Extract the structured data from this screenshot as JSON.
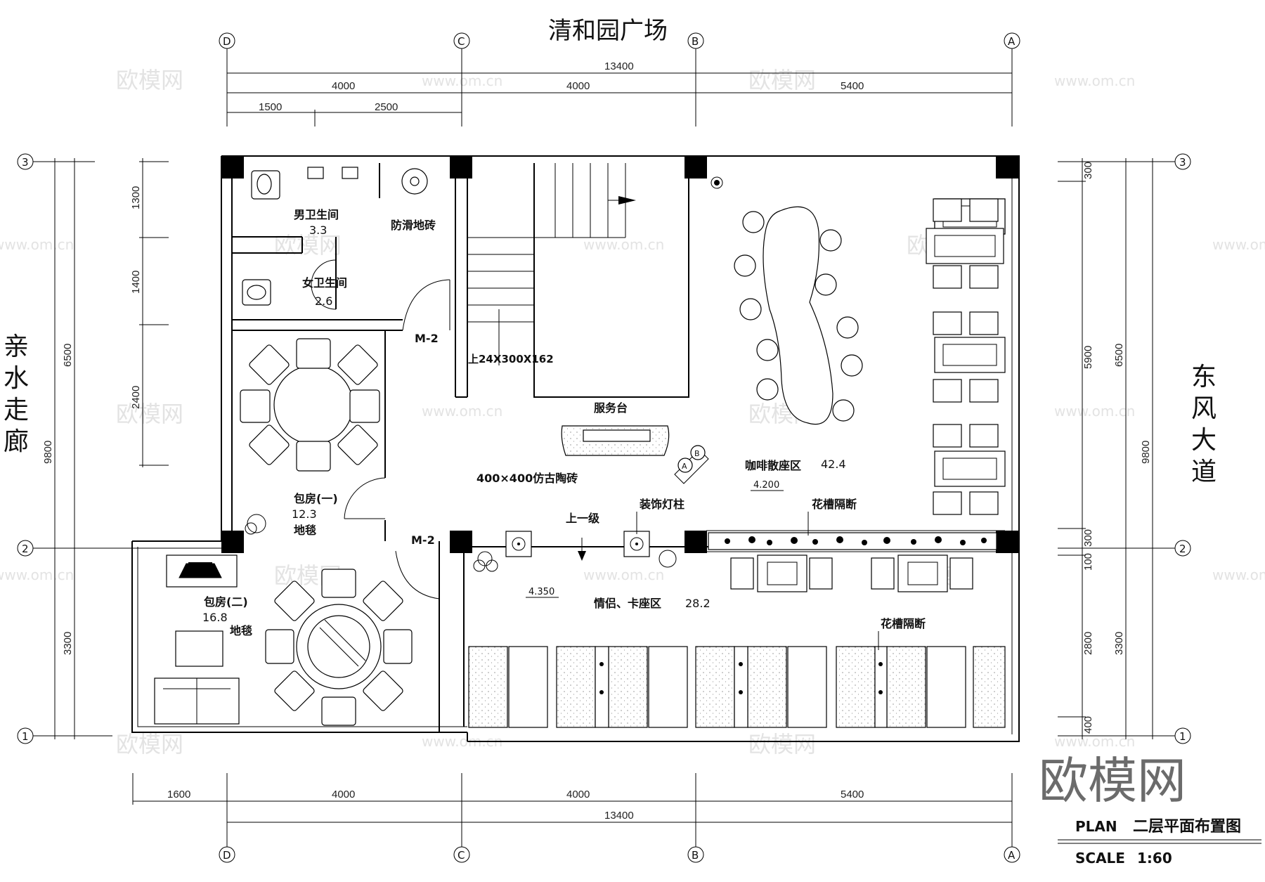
{
  "plan": {
    "title_top": "清和园广场",
    "side_left": [
      "亲",
      "水",
      "走",
      "廊"
    ],
    "side_right": [
      "东",
      "风",
      "大",
      "道"
    ],
    "grid_letters": [
      "D",
      "C",
      "B",
      "A"
    ],
    "grid_numbers": [
      "3",
      "2",
      "1"
    ],
    "dims_top": {
      "total": "13400",
      "seg1": "4000",
      "seg2": "4000",
      "seg3": "5400",
      "sub1": "1500",
      "sub2": "2500"
    },
    "dims_bottom": {
      "total": "13400",
      "seg0": "1600",
      "seg1": "4000",
      "seg2": "4000",
      "seg3": "5400"
    },
    "dims_left": {
      "a": "1300",
      "b": "1400",
      "c": "2400",
      "mid": "6500",
      "low": "3300",
      "total": "9800"
    },
    "dims_right": {
      "a": "300",
      "b": "5900",
      "c": "300",
      "d": "100",
      "e": "2800",
      "f": "400",
      "mid": "6500",
      "low": "3300",
      "total": "9800"
    },
    "rooms": {
      "men_wc": "男卫生间",
      "men_wc_area": "3.3",
      "women_wc": "女卫生间",
      "women_wc_area": "2.6",
      "antislip": "防滑地砖",
      "door1": "M-2",
      "door2": "M-2",
      "stair": "上24X300X162",
      "service": "服务台",
      "tile": "400×400仿古陶砖",
      "coffee": "咖啡散座区",
      "coffee_area": "42.4",
      "elev1": "4.200",
      "room1": "包房(一)",
      "room1_area": "12.3",
      "room1_floor": "地毯",
      "room2": "包房(二)",
      "room2_area": "16.8",
      "room2_floor": "地毯",
      "step_up": "上一级",
      "lamp": "装饰灯柱",
      "planter1": "花槽隔断",
      "planter2": "花槽隔断",
      "couple": "情侣、卡座区",
      "couple_area": "28.2",
      "elev2": "4.350",
      "section_a": "A",
      "section_b": "B"
    },
    "title_block": {
      "plan_label": "PLAN",
      "plan_name": "二层平面布置图",
      "scale_label": "SCALE",
      "scale_value": "1:60"
    },
    "watermark": {
      "logo": "欧模网",
      "url": "www.om.cn"
    }
  }
}
